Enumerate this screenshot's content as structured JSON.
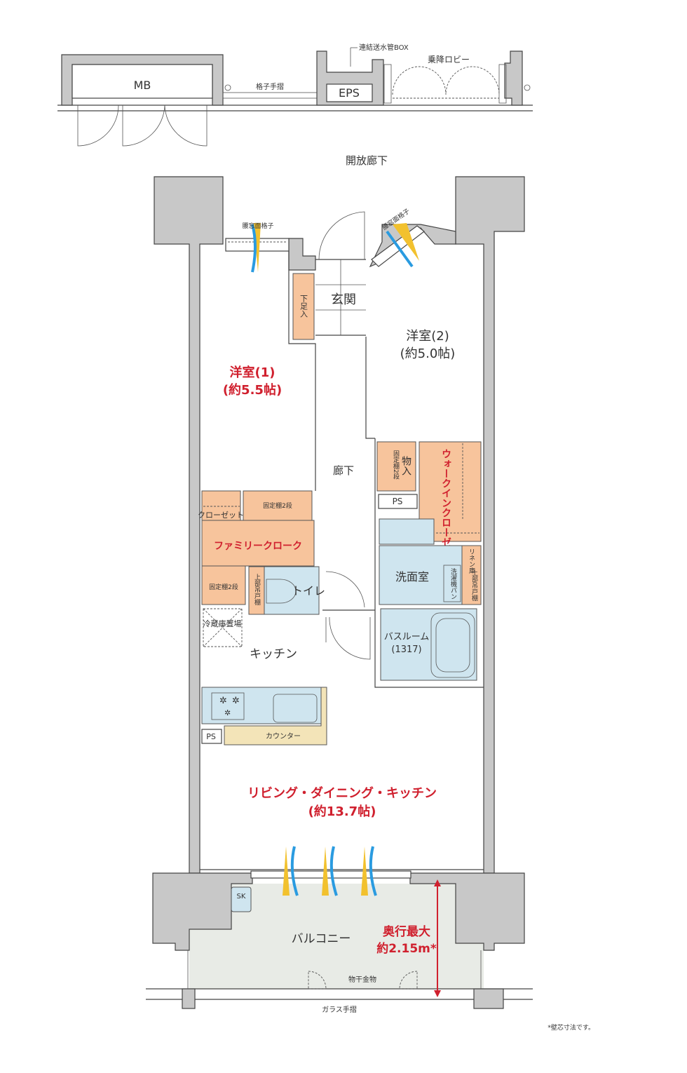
{
  "upper": {
    "mb": "MB",
    "grid_handrail": "格子手摺",
    "standpipe_box": "連結送水管BOX",
    "eps": "EPS",
    "elevator_lobby": "乗降ロビー",
    "open_corridor": "開放廊下"
  },
  "rooms": {
    "western1_name": "洋室(1)",
    "western1_size": "(約5.5帖)",
    "western2_name": "洋室(2)",
    "western2_size": "(約5.0帖)",
    "entrance": "玄関",
    "shoe_box": "下足入",
    "hallway": "廊下",
    "storage": "物入",
    "storage_shelf": "固定棚2段",
    "walk_in_closet": "ウォークインクローゼット",
    "ps1": "PS",
    "closet": "クローゼット",
    "fixed_shelf_a": "固定棚2段",
    "family_cloak": "ファミリークローク",
    "fixed_shelf_b": "固定棚2段",
    "upper_cabinet": "上部吊戸棚",
    "toilet": "トイレ",
    "linen": "リネン庫",
    "washroom": "洗面室",
    "washer_pan": "洗濯機パン",
    "upper_cabinet2": "上部吊戸棚",
    "bathroom": "バスルーム",
    "bath_size": "(1317)",
    "fridge": "冷蔵庫置場",
    "kitchen": "キッチン",
    "ps2": "PS",
    "counter": "カウンター",
    "ldk_name": "リビング・ダイニング・キッチン",
    "ldk_size": "(約13.7帖)",
    "window_grille1": "腰窓面格子",
    "window_grille2": "腰窓面格子"
  },
  "balcony": {
    "name": "バルコニー",
    "sk": "SK",
    "depth_label": "奥行最大",
    "depth_value": "約2.15m*",
    "drying_hardware": "物干金物",
    "glass_handrail": "ガラス手摺"
  },
  "footnote": "*壁芯寸法です。",
  "colors": {
    "accent_red": "#d0202e",
    "storage_orange": "#f7c49c",
    "wet_area_blue": "#cfe5ef",
    "wall_gray": "#c8c8c8",
    "balcony_fill": "#e8ebe6"
  }
}
